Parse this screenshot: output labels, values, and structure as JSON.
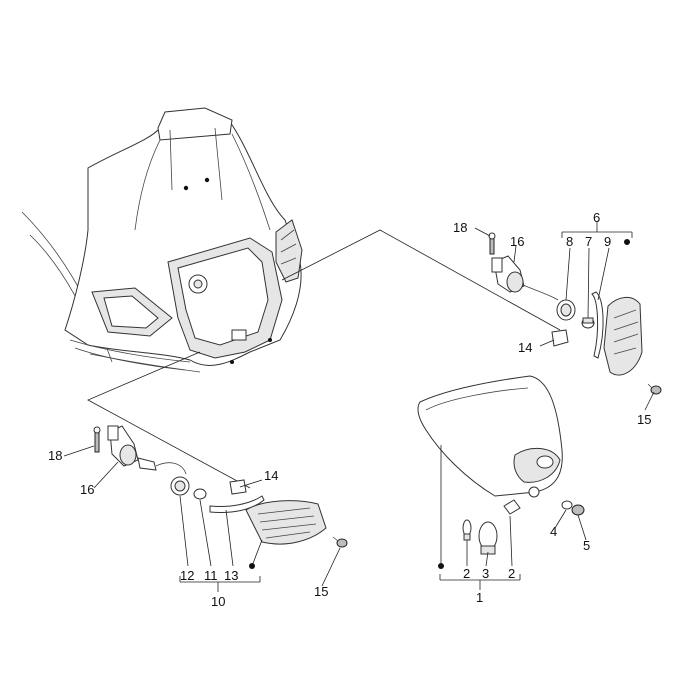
{
  "callouts": {
    "right": {
      "pin": "18",
      "bulb_holder": "16",
      "group": "6",
      "grommet": "8",
      "screw": "7",
      "gasket": "9",
      "clip": "14",
      "lens_screw": "15"
    },
    "left": {
      "pin": "18",
      "bulb_holder": "16",
      "clip": "14",
      "grommet": "12",
      "screw": "11",
      "gasket": "13",
      "group": "10",
      "lens_screw": "15"
    },
    "headlight": {
      "bulb_small": "2",
      "bulb_large": "3",
      "bulb_side": "2",
      "group": "1",
      "washer": "4",
      "screw": "5"
    }
  }
}
